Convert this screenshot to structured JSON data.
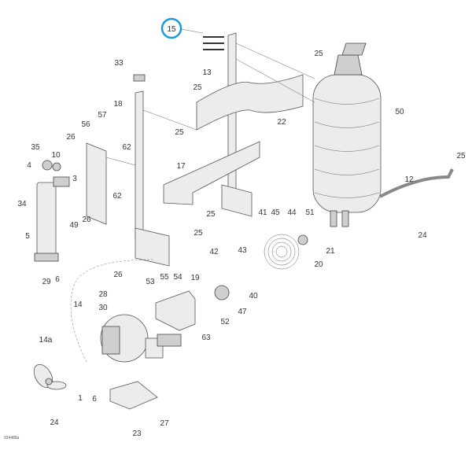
{
  "diagram": {
    "callouts": [
      "15",
      "33",
      "13",
      "25",
      "25",
      "18",
      "57",
      "56",
      "25",
      "22",
      "50",
      "26",
      "35",
      "10",
      "4",
      "62",
      "3",
      "17",
      "25",
      "12",
      "34",
      "62",
      "26",
      "49",
      "25",
      "41",
      "45",
      "44",
      "51",
      "5",
      "25",
      "24",
      "21",
      "42",
      "43",
      "20",
      "29",
      "6",
      "26",
      "53",
      "55",
      "54",
      "19",
      "40",
      "28",
      "30",
      "14",
      "47",
      "52",
      "63",
      "14a",
      "1",
      "6",
      "24",
      "27",
      "23"
    ],
    "highlighted_callout": "15",
    "figure_id": "924488a",
    "highlight_color": "#1a9bd7"
  }
}
